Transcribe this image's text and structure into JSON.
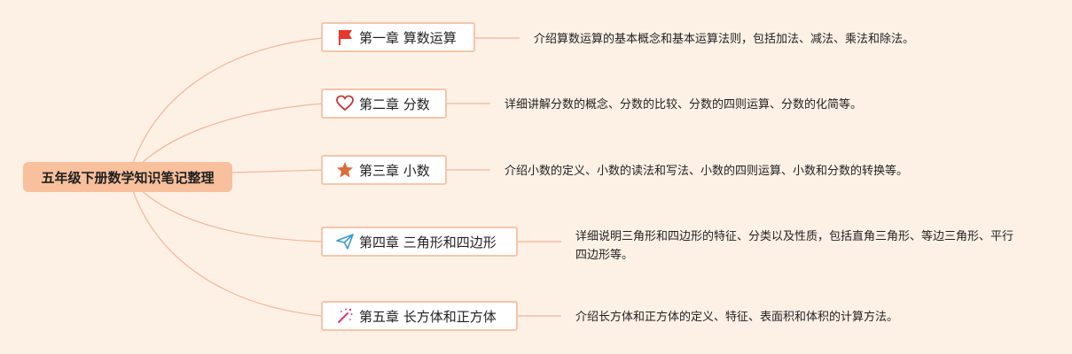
{
  "root": {
    "title": "五年级下册数学知识笔记整理"
  },
  "colors": {
    "line": "#f4b597",
    "root_fill": "#f8c09c",
    "node_border": "#f6c5a8",
    "background": "#fdf1e6"
  },
  "chapters": [
    {
      "label": "第一章 算数运算",
      "icon": "flag-icon",
      "icon_color": "#e8372c",
      "description": "介绍算数运算的基本概念和基本运算法则，包括加法、减法、乘法和除法。"
    },
    {
      "label": "第二章 分数",
      "icon": "heart-icon",
      "icon_color": "#c8363a",
      "description": "详细讲解分数的概念、分数的比较、分数的四则运算、分数的化简等。"
    },
    {
      "label": "第三章 小数",
      "icon": "star-icon",
      "icon_color": "#df6a3c",
      "description": "介绍小数的定义、小数的读法和写法、小数的四则运算、小数和分数的转换等。"
    },
    {
      "label": "第四章 三角形和四边形",
      "icon": "paper-plane-icon",
      "icon_color": "#3a9bd1",
      "description": "详细说明三角形和四边形的特征、分类以及性质，包括直角三角形、等边三角形、平行四边形等。"
    },
    {
      "label": "第五章 长方体和正方体",
      "icon": "magic-wand-icon",
      "icon_color": "#d8396a",
      "description": "介绍长方体和正方体的定义、特征、表面积和体积的计算方法。"
    }
  ]
}
